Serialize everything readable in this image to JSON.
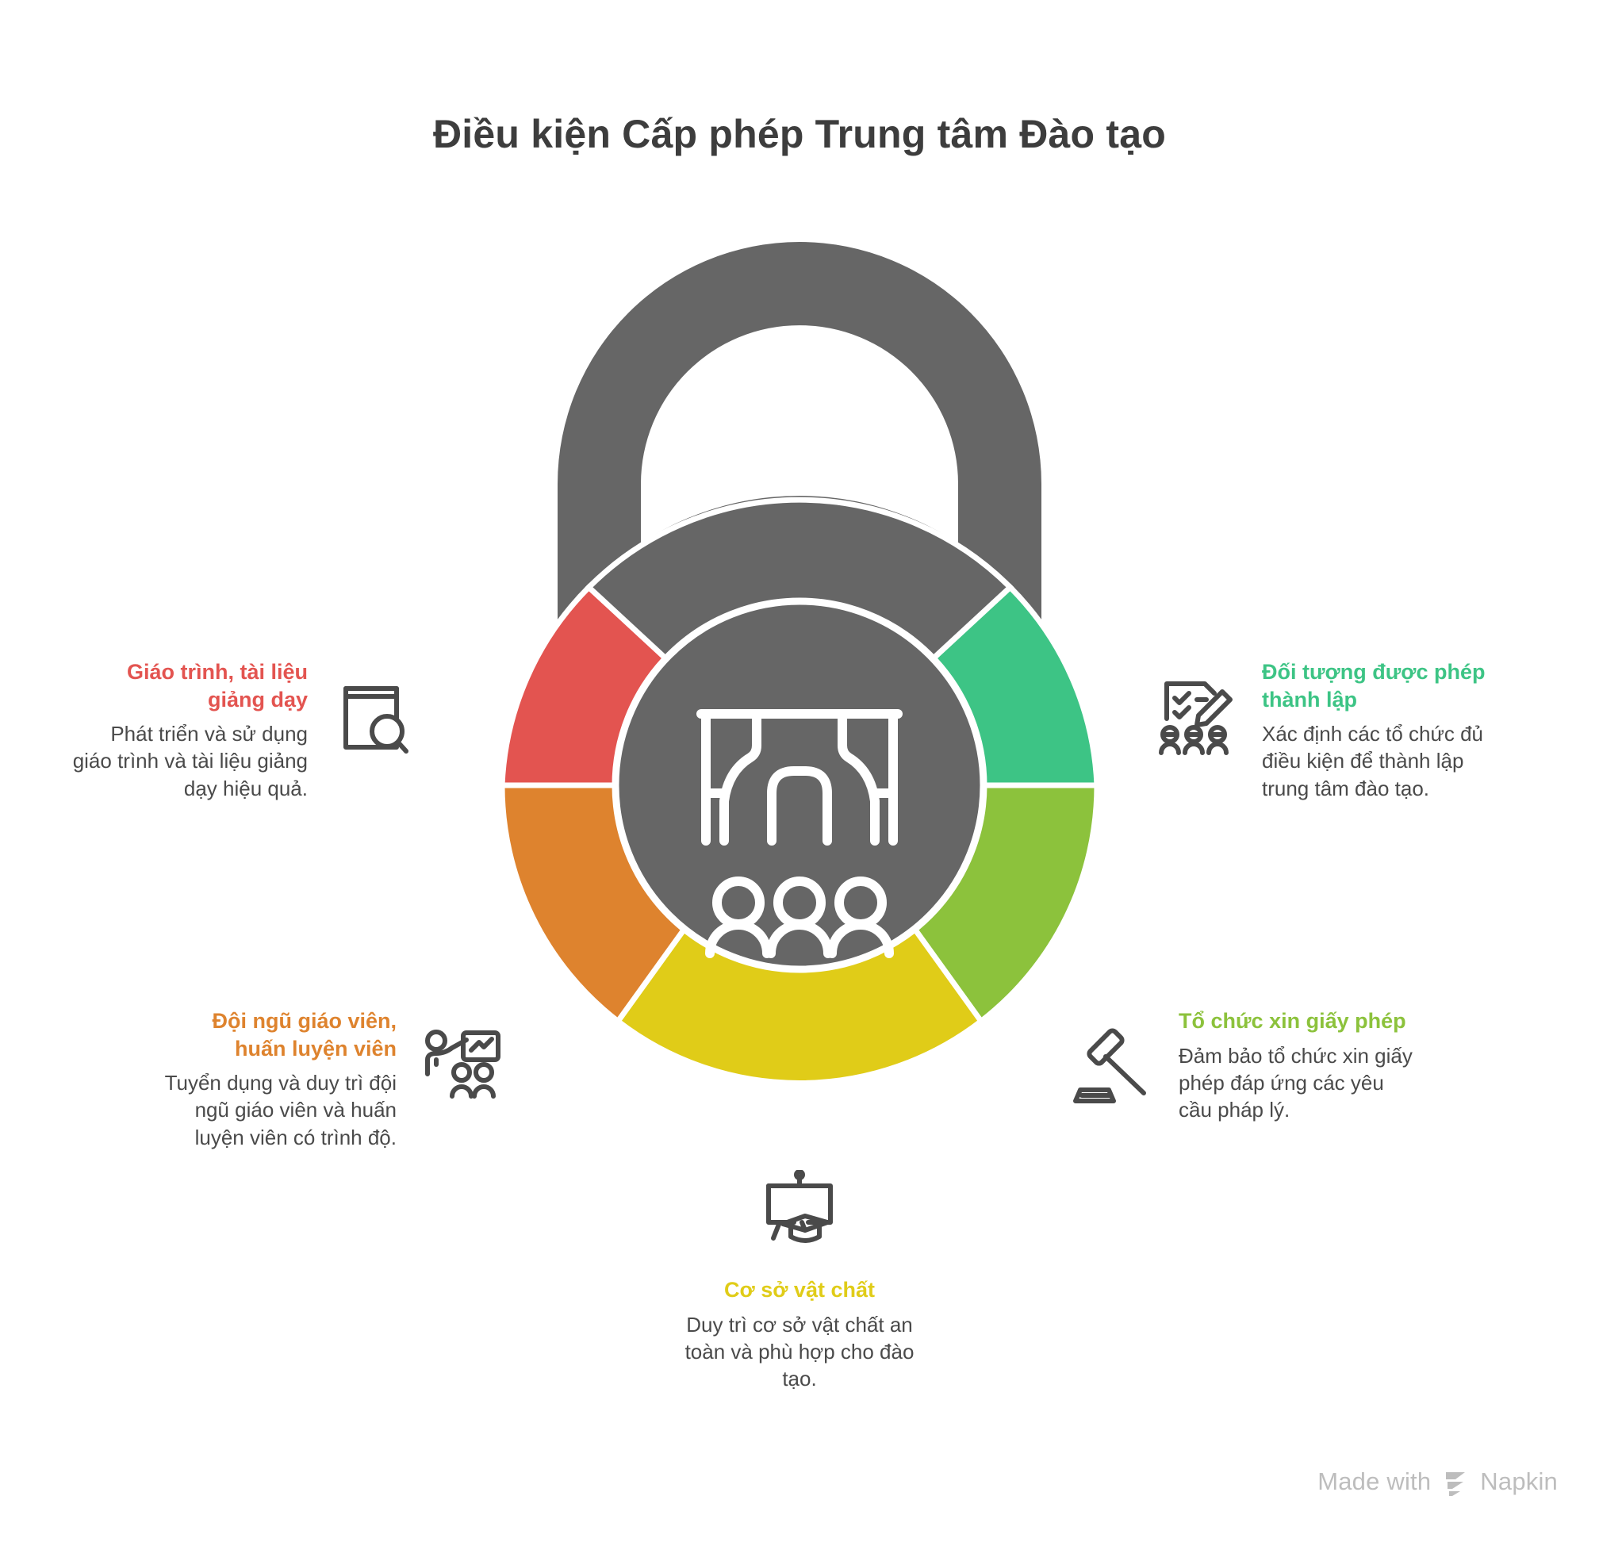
{
  "title": "Điều kiện Cấp phép Trung tâm Đào tạo",
  "colors": {
    "gray": "#666666",
    "red": "#E35450",
    "orange": "#DE832E",
    "yellow": "#E0CC18",
    "light_green": "#8CC23C",
    "teal_green": "#3DC485",
    "text_dark": "#3d3d3d",
    "text_body": "#4a4a4a",
    "watermark": "#bdbdbd",
    "background": "#ffffff"
  },
  "center": {
    "icon": "classroom-institution-icon"
  },
  "segments": [
    {
      "id": "curriculum",
      "color": "#E35450",
      "label": "Giáo trình, tài liệu giảng dạy"
    },
    {
      "id": "teachers",
      "color": "#DE832E",
      "label": "Đội ngũ giáo viên, huấn luyện viên"
    },
    {
      "id": "facility",
      "color": "#E0CC18",
      "label": "Cơ sở vật chất"
    },
    {
      "id": "license",
      "color": "#8CC23C",
      "label": "Tổ chức xin giấy phép"
    },
    {
      "id": "eligible",
      "color": "#3DC485",
      "label": "Đối tượng được phép thành lập"
    }
  ],
  "callouts": {
    "curriculum": {
      "heading": "Giáo trình, tài liệu giảng dạy",
      "body": "Phát triển và sử dụng giáo trình và tài liệu giảng dạy hiệu quả.",
      "color": "#E35450",
      "icon": "book-search-icon"
    },
    "teachers": {
      "heading": "Đội ngũ giáo viên, huấn luyện viên",
      "body": "Tuyển dụng và duy trì đội ngũ giáo viên và huấn luyện viên có trình độ.",
      "color": "#DE832E",
      "icon": "teacher-presentation-icon"
    },
    "facility": {
      "heading": "Cơ sở vật chất",
      "body": "Duy trì cơ sở vật chất an toàn và phù hợp cho đào tạo.",
      "color": "#E0CC18",
      "icon": "whiteboard-graduation-icon"
    },
    "license": {
      "heading": "Tổ chức xin giấy phép",
      "body": "Đảm bảo tổ chức xin giấy phép đáp ứng các yêu cầu pháp lý.",
      "color": "#8CC23C",
      "icon": "gavel-icon"
    },
    "eligible": {
      "heading": "Đối tượng được phép thành lập",
      "body": "Xác định các tổ chức đủ điều kiện để thành lập trung tâm đào tạo.",
      "color": "#3DC485",
      "icon": "checklist-people-icon"
    }
  },
  "watermark": {
    "prefix": "Made with",
    "brand": "Napkin",
    "logo_icon": "napkin-logo-icon"
  }
}
